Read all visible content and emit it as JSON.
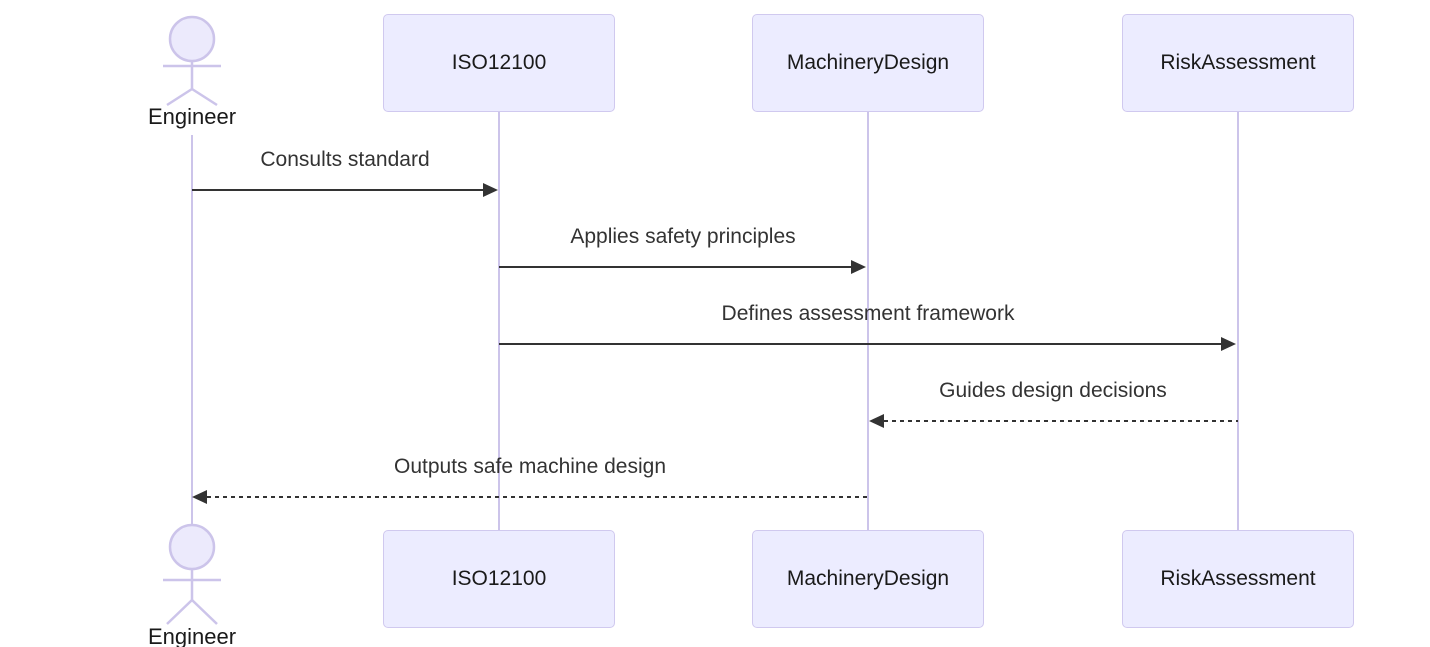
{
  "diagram": {
    "type": "sequence-diagram",
    "actors": [
      {
        "label": "Engineer",
        "kind": "actor"
      },
      {
        "label": "ISO12100",
        "kind": "participant"
      },
      {
        "label": "MachineryDesign",
        "kind": "participant"
      },
      {
        "label": "RiskAssessment",
        "kind": "participant"
      }
    ],
    "messages": [
      {
        "from": "Engineer",
        "to": "ISO12100",
        "label": "Consults standard",
        "line": "solid",
        "direction": "right"
      },
      {
        "from": "ISO12100",
        "to": "MachineryDesign",
        "label": "Applies safety principles",
        "line": "solid",
        "direction": "right"
      },
      {
        "from": "ISO12100",
        "to": "RiskAssessment",
        "label": "Defines assessment framework",
        "line": "solid",
        "direction": "right"
      },
      {
        "from": "RiskAssessment",
        "to": "MachineryDesign",
        "label": "Guides design decisions",
        "line": "dashed",
        "direction": "left"
      },
      {
        "from": "MachineryDesign",
        "to": "Engineer",
        "label": "Outputs safe machine design",
        "line": "dashed",
        "direction": "left"
      }
    ],
    "colors": {
      "node_fill": "#ececff",
      "node_border": "#d0c9ef",
      "lifeline": "#ccc4ea",
      "message": "#333333",
      "background": "#ffffff"
    }
  }
}
